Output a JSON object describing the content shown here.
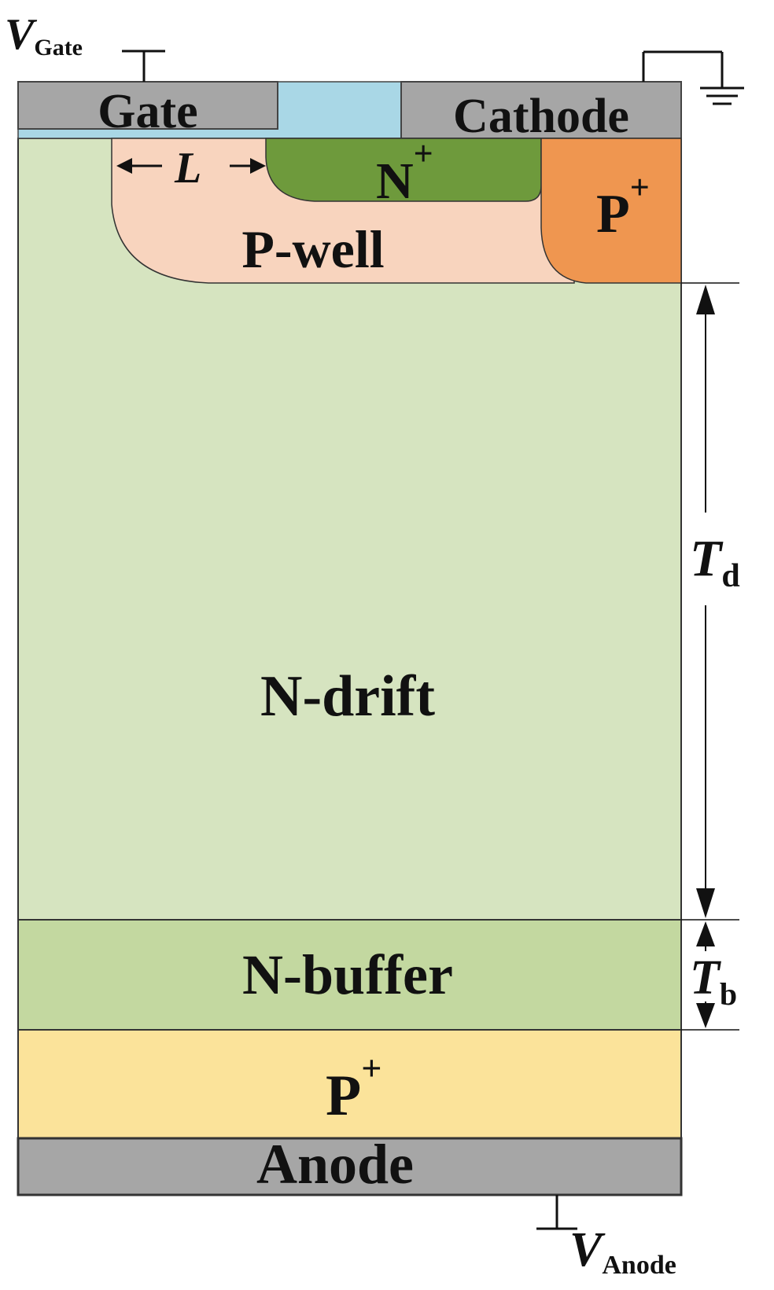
{
  "terminals": {
    "gate": {
      "symbol": "V",
      "subscript": "Gate"
    },
    "anode": {
      "symbol": "V",
      "subscript": "Anode"
    }
  },
  "electrodes": {
    "gate": "Gate",
    "cathode": "Cathode",
    "anode": "Anode"
  },
  "regions": {
    "n_plus": {
      "text": "N",
      "sup": "+"
    },
    "p_plus_top": {
      "text": "P",
      "sup": "+"
    },
    "p_well": "P-well",
    "n_drift": "N-drift",
    "n_buffer": "N-buffer",
    "p_plus_bottom": {
      "text": "P",
      "sup": "+"
    }
  },
  "dimensions": {
    "channel_length": "L",
    "drift_thickness": {
      "symbol": "T",
      "subscript": "d"
    },
    "buffer_thickness": {
      "symbol": "T",
      "subscript": "b"
    }
  },
  "colors": {
    "metal": "#a6a6a6",
    "oxide": "#a9d7e6",
    "n_drift": "#d6e4c0",
    "n_plus": "#6e9a3c",
    "p_well": "#f8d4be",
    "p_plus_top": "#ef9650",
    "n_buffer": "#c3d8a0",
    "p_plus_bottom": "#fbe39a"
  }
}
